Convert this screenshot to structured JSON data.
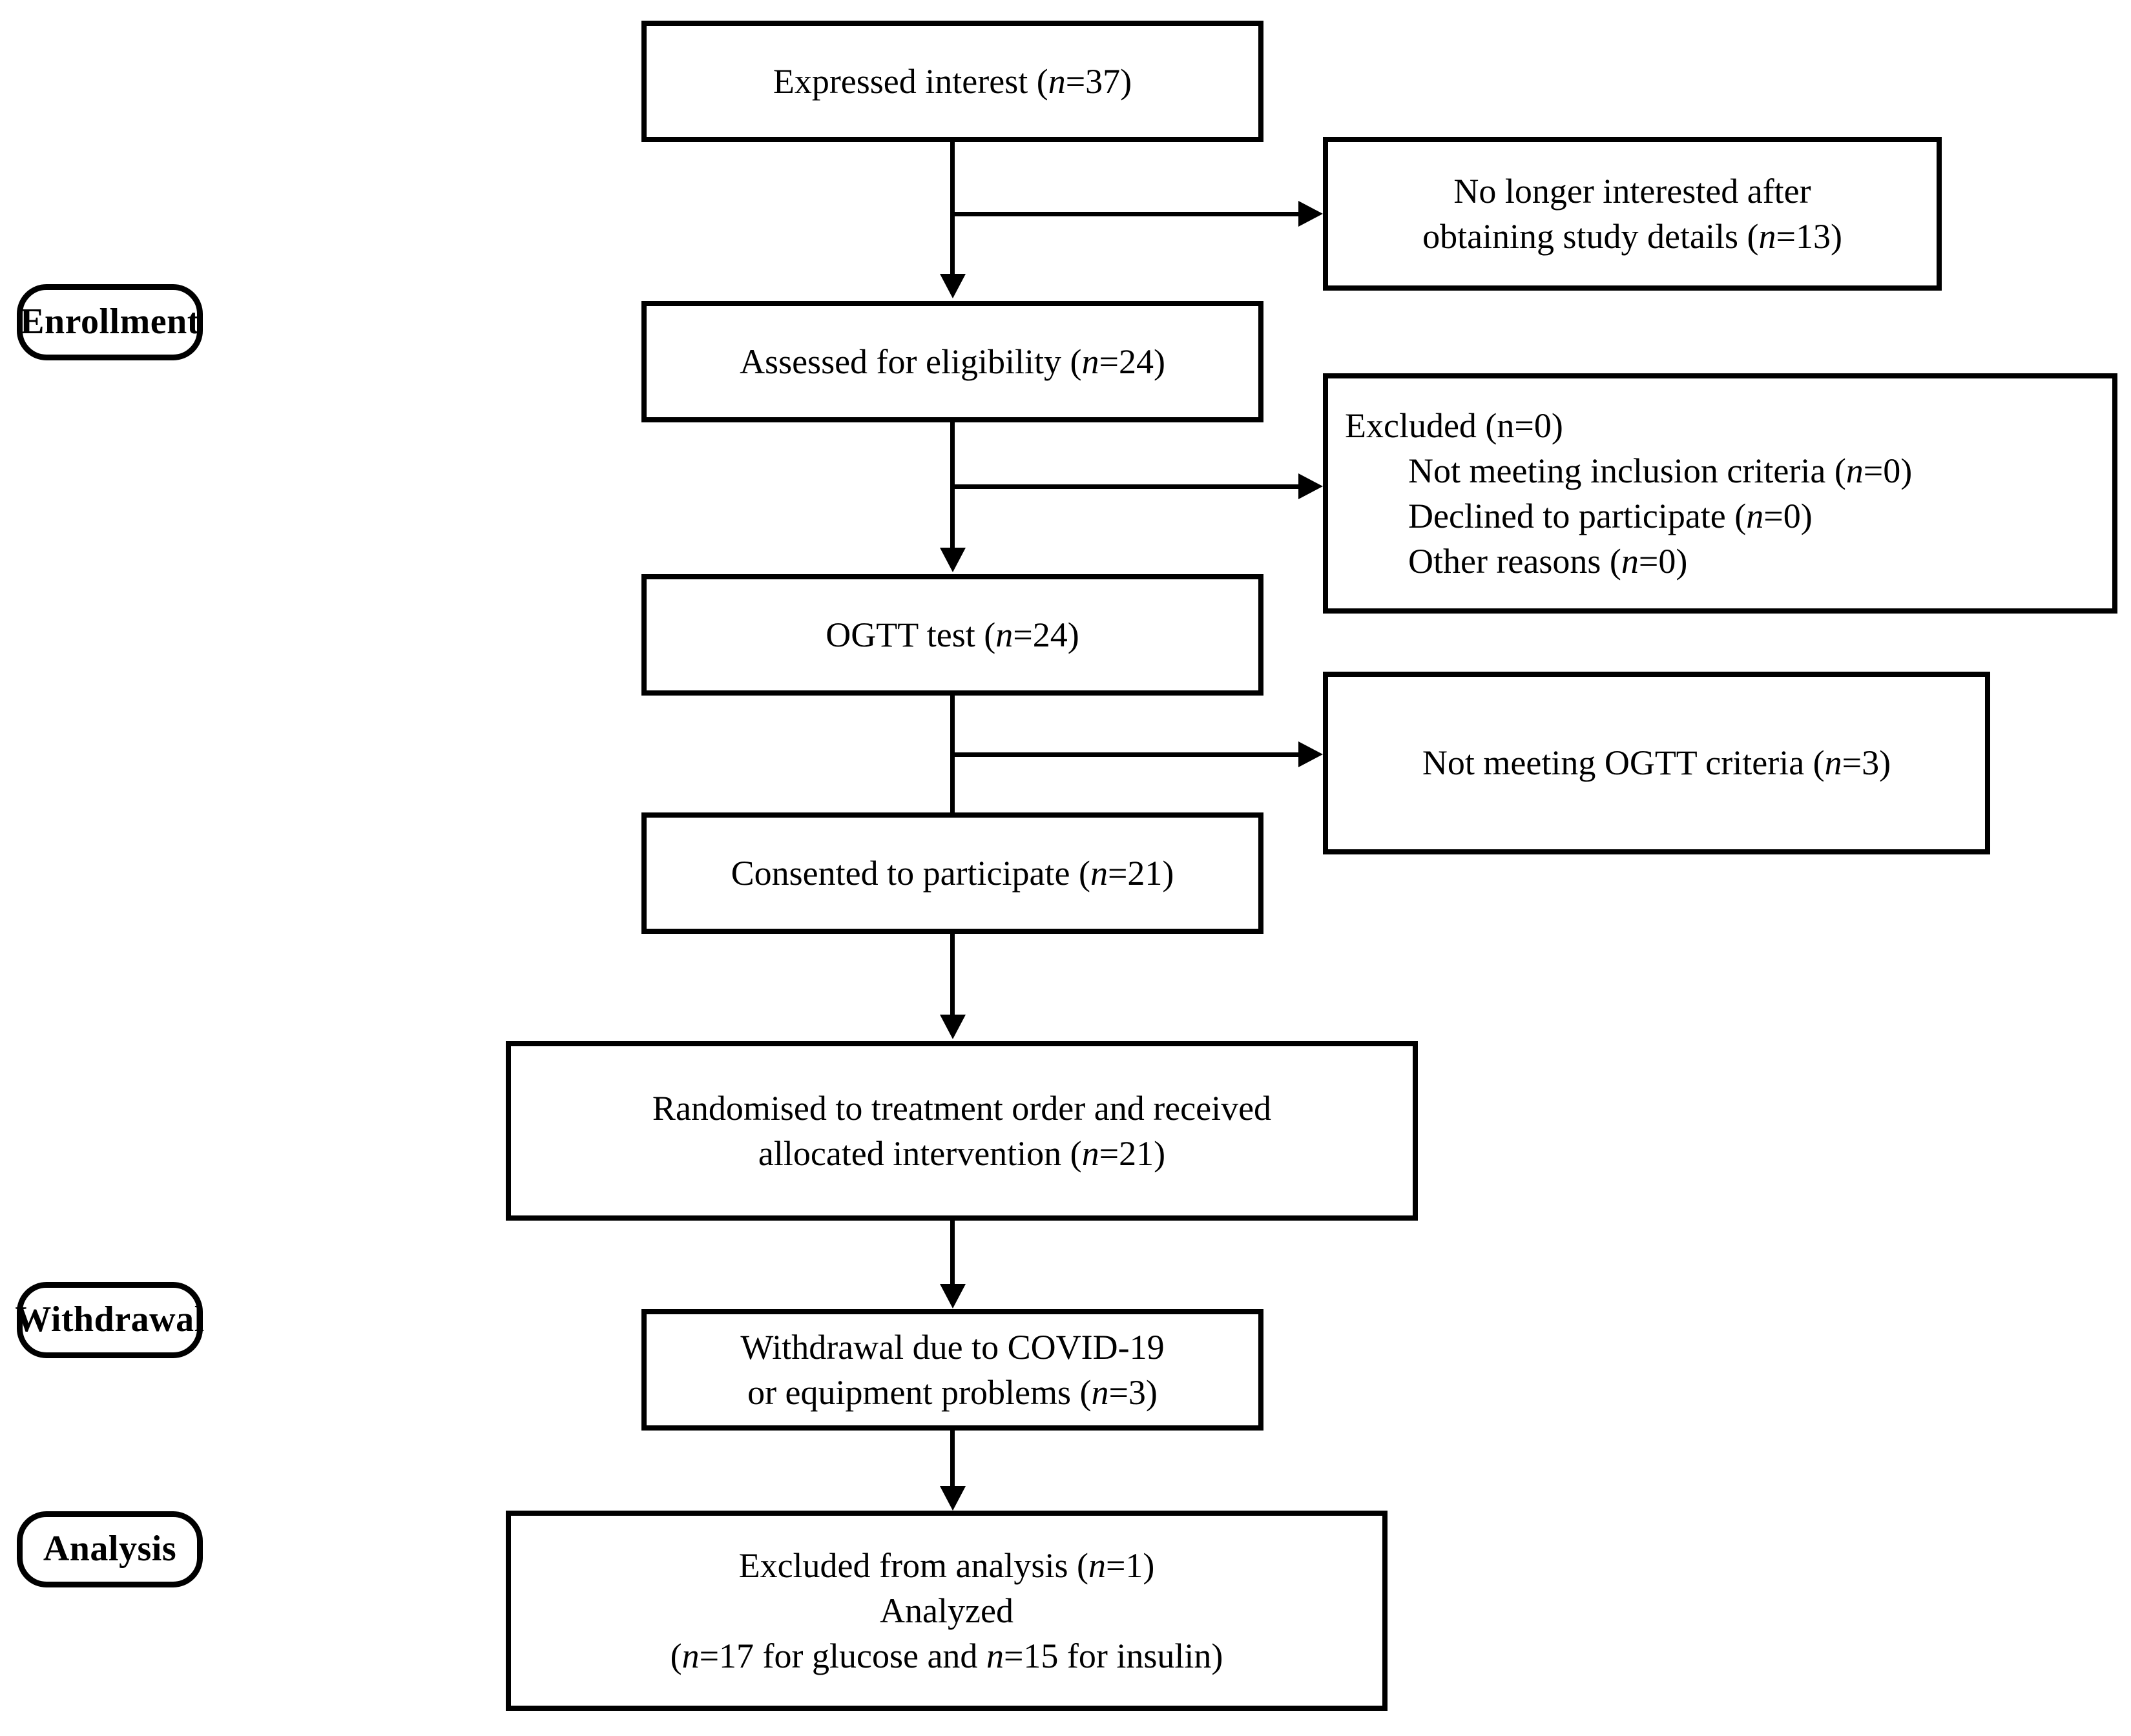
{
  "figure": {
    "type": "consort-flow-diagram",
    "title": "CONSORT participant flow diagram"
  },
  "stages": [
    {
      "id": "enrollment",
      "label": "Enrollment"
    },
    {
      "id": "withdrawal",
      "label": "Withdrawal"
    },
    {
      "id": "analysis",
      "label": "Analysis"
    }
  ],
  "main_flow": [
    {
      "id": "expressed-interest",
      "text_plain": "Expressed interest (n=37)",
      "pre": "Expressed interest (",
      "italic_n": "n",
      "post": "=37)",
      "n": 37
    },
    {
      "id": "assessed-eligibility",
      "text_plain": "Assessed for eligibility (n=24)",
      "pre": "Assessed for eligibility (",
      "italic_n": "n",
      "post": "=24)",
      "n": 24
    },
    {
      "id": "ogtt-test",
      "text_plain": "OGTT test (n=24)",
      "pre": "OGTT test (",
      "italic_n": "n",
      "post": "=24)",
      "n": 24
    },
    {
      "id": "consented",
      "text_plain": "Consented to participate (n=21)",
      "pre": "Consented to participate (",
      "italic_n": "n",
      "post": "=21)",
      "n": 21
    },
    {
      "id": "randomised",
      "text_plain": "Randomised to treatment order and received allocated intervention (n=21)",
      "line1": "Randomised to treatment order and received",
      "line2_pre": "allocated intervention (",
      "italic_n": "n",
      "line2_post": "=21)",
      "n": 21
    },
    {
      "id": "withdrawal-covid",
      "text_plain": "Withdrawal due to COVID-19 or equipment problems (n=3)",
      "line1": "Withdrawal due to COVID-19",
      "line2_pre": "or equipment problems (",
      "italic_n": "n",
      "line2_post": "=3)",
      "n": 3
    },
    {
      "id": "analysis-box",
      "text_plain": "Excluded from analysis (n=1) Analyzed (n=17 for glucose and n=15 for insulin)",
      "line1_pre": "Excluded from analysis (",
      "line1_italic_n": "n",
      "line1_post": "=1)",
      "line2": "Analyzed",
      "line3_a": "(",
      "line3_italic_n1": "n",
      "line3_b": "=17 for glucose and ",
      "line3_italic_n2": "n",
      "line3_c": "=15 for insulin)",
      "excluded_n": 1,
      "analyzed_glucose_n": 17,
      "analyzed_insulin_n": 15
    }
  ],
  "side_boxes": [
    {
      "id": "no-longer-interested",
      "text_plain": "No longer interested after obtaining study details (n=13)",
      "line1": "No longer interested after",
      "line2_pre": "obtaining study details (",
      "italic_n": "n",
      "line2_post": "=13)",
      "n": 13
    },
    {
      "id": "excluded",
      "text_plain": "Excluded (n=0) Not meeting inclusion criteria (n=0) Declined to participate (n=0) Other reasons (n=0)",
      "header": "Excluded (n=0)",
      "items": [
        {
          "pre": "Not meeting inclusion criteria (",
          "italic_n": "n",
          "post": "=0)",
          "n": 0
        },
        {
          "pre": "Declined to participate (",
          "italic_n": "n",
          "post": "=0)",
          "n": 0
        },
        {
          "pre": "Other reasons (",
          "italic_n": "n",
          "post": "=0)",
          "n": 0
        }
      ]
    },
    {
      "id": "not-meeting-ogtt",
      "text_plain": "Not meeting OGTT criteria (n=3)",
      "pre": "Not meeting OGTT criteria (",
      "italic_n": "n",
      "post": "=3)",
      "n": 3
    }
  ],
  "colors": {
    "stroke": "#000000",
    "fill": "#ffffff",
    "text": "#000000"
  }
}
